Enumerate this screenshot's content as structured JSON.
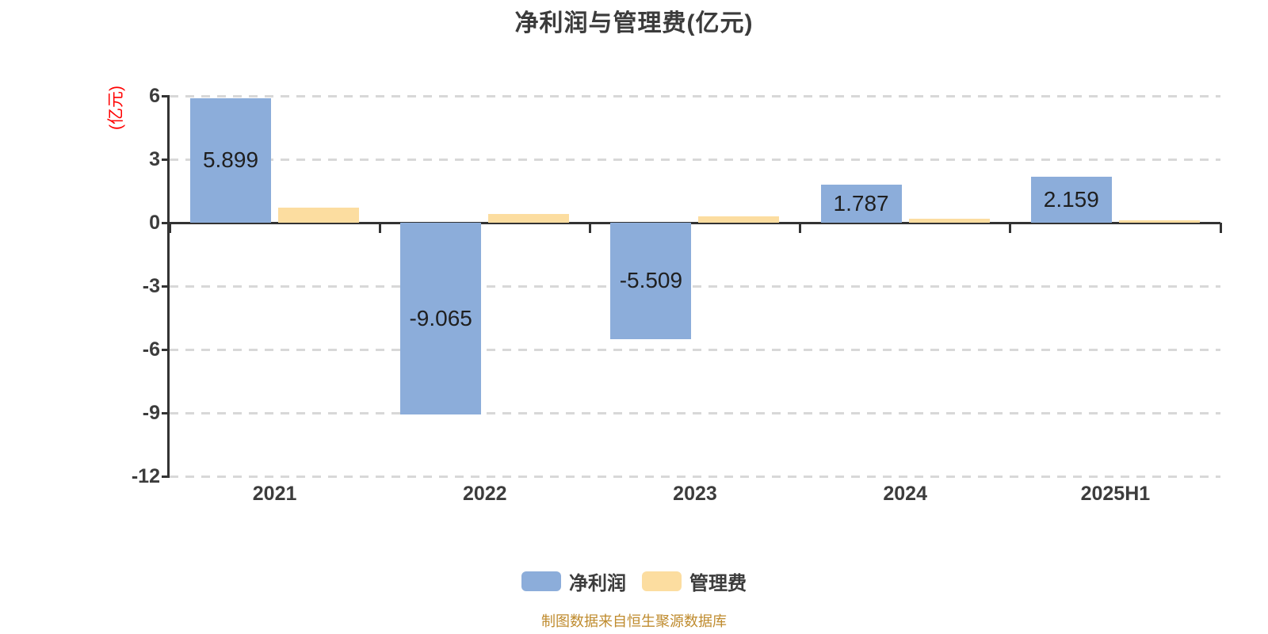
{
  "title": "净利润与管理费(亿元)",
  "footer_note": "制图数据来自恒生聚源数据库",
  "colors": {
    "background": "#ffffff",
    "title_text": "#3b3b3b",
    "axis_line": "#333333",
    "axis_text": "#3c3c3c",
    "grid_line": "#d8d8d8",
    "bar_value_text": "#1f1f1f",
    "y_axis_title_text": "#ff0000",
    "footer_text": "#bf8b2e",
    "net_profit_bar": "#8cadda",
    "management_fee_bar": "#fcdda0"
  },
  "chart_data": {
    "type": "bar",
    "title": "净利润与管理费(亿元)",
    "ylabel": "(亿元)",
    "categories": [
      "2021",
      "2022",
      "2023",
      "2024",
      "2025H1"
    ],
    "series": [
      {
        "id": "net-profit",
        "name": "净利润",
        "color": "#8cadda",
        "values": [
          5.899,
          -9.065,
          -5.509,
          1.787,
          2.159
        ],
        "labels_visible": true,
        "value_labels": [
          "5.899",
          "-9.065",
          "-5.509",
          "1.787",
          "2.159"
        ]
      },
      {
        "id": "management-fee",
        "name": "管理费",
        "color": "#fcdda0",
        "values": [
          0.7,
          0.4,
          0.3,
          0.2,
          0.1
        ],
        "labels_visible": false,
        "value_labels": [
          "",
          "",
          "",
          "",
          ""
        ]
      }
    ],
    "ylim": [
      -12,
      6
    ],
    "yticks": [
      6,
      3,
      0,
      -3,
      -6,
      -9,
      -12
    ],
    "grid": "horizontal dashed",
    "zero_line": "solid",
    "legend_position": "bottom"
  }
}
